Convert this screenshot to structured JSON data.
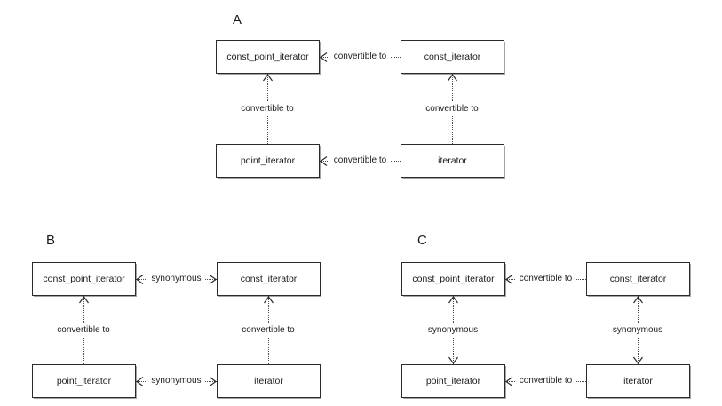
{
  "diagram": {
    "type": "relationship-diagram",
    "title": "",
    "background_color": "#ffffff",
    "line_color": "#4a4a4a",
    "box_border_color": "#2b2b2b",
    "text_color": "#1a1a1a",
    "panels": [
      {
        "label": "A",
        "nodes": {
          "top_left": "const_point_iterator",
          "top_right": "const_iterator",
          "bottom_left": "point_iterator",
          "bottom_right": "iterator"
        },
        "edges": {
          "top_horizontal": {
            "label": "convertible to",
            "direction": "left"
          },
          "bottom_horizontal": {
            "label": "convertible to",
            "direction": "left"
          },
          "left_vertical": {
            "label": "convertible to",
            "direction": "up"
          },
          "right_vertical": {
            "label": "convertible to",
            "direction": "up"
          }
        }
      },
      {
        "label": "B",
        "nodes": {
          "top_left": "const_point_iterator",
          "top_right": "const_iterator",
          "bottom_left": "point_iterator",
          "bottom_right": "iterator"
        },
        "edges": {
          "top_horizontal": {
            "label": "synonymous",
            "direction": "both"
          },
          "bottom_horizontal": {
            "label": "synonymous",
            "direction": "both"
          },
          "left_vertical": {
            "label": "convertible to",
            "direction": "up"
          },
          "right_vertical": {
            "label": "convertible to",
            "direction": "up"
          }
        }
      },
      {
        "label": "C",
        "nodes": {
          "top_left": "const_point_iterator",
          "top_right": "const_iterator",
          "bottom_left": "point_iterator",
          "bottom_right": "iterator"
        },
        "edges": {
          "top_horizontal": {
            "label": "convertible to",
            "direction": "left"
          },
          "bottom_horizontal": {
            "label": "convertible to",
            "direction": "left"
          },
          "left_vertical": {
            "label": "synonymous",
            "direction": "both"
          },
          "right_vertical": {
            "label": "synonymous",
            "direction": "both"
          }
        }
      }
    ]
  }
}
